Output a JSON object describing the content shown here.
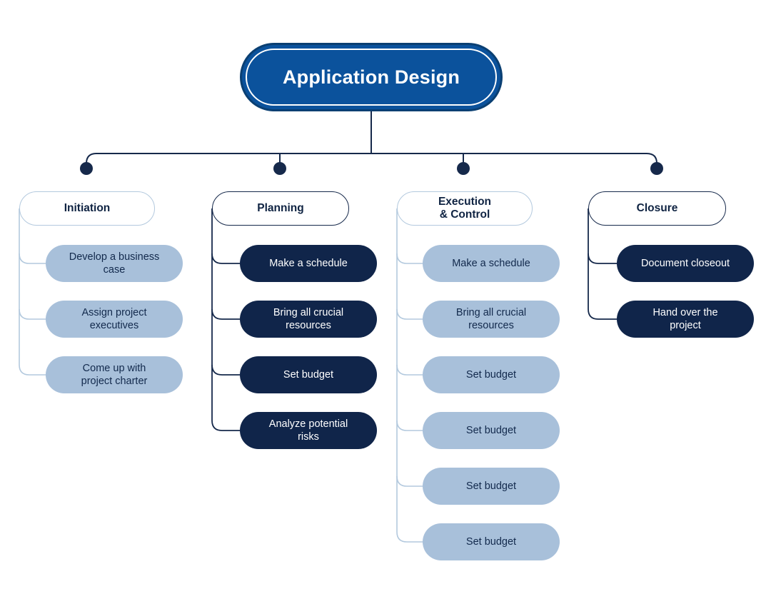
{
  "diagram": {
    "title": "Application Design",
    "colors": {
      "root_fill": "#0b529c",
      "root_border": "#0a3f72",
      "dark_pill": "#10254a",
      "light_pill": "#a8c0da",
      "light_connector": "#b3c9de",
      "dark_connector": "#16294b",
      "dark_text": "#0f2342",
      "light_text": "#ffffff"
    },
    "root": {
      "label": "Application Design"
    },
    "columns": [
      {
        "id": "initiation",
        "header": "Initiation",
        "theme": "light",
        "items": [
          {
            "label": "Develop a business\ncase"
          },
          {
            "label": "Assign project\nexecutives"
          },
          {
            "label": "Come up with\nproject charter"
          }
        ]
      },
      {
        "id": "planning",
        "header": "Planning",
        "theme": "dark",
        "items": [
          {
            "label": "Make a schedule"
          },
          {
            "label": "Bring all crucial\nresources"
          },
          {
            "label": "Set budget"
          },
          {
            "label": "Analyze potential\nrisks"
          }
        ]
      },
      {
        "id": "execution-and-control",
        "header": "Execution\n& Control",
        "theme": "light",
        "items": [
          {
            "label": "Make a schedule"
          },
          {
            "label": "Bring all crucial\nresources"
          },
          {
            "label": "Set budget"
          },
          {
            "label": "Set budget"
          },
          {
            "label": "Set budget"
          },
          {
            "label": "Set budget"
          }
        ]
      },
      {
        "id": "closure",
        "header": "Closure",
        "theme": "dark",
        "items": [
          {
            "label": "Document closeout"
          },
          {
            "label": "Hand over the\nproject"
          }
        ]
      }
    ]
  }
}
